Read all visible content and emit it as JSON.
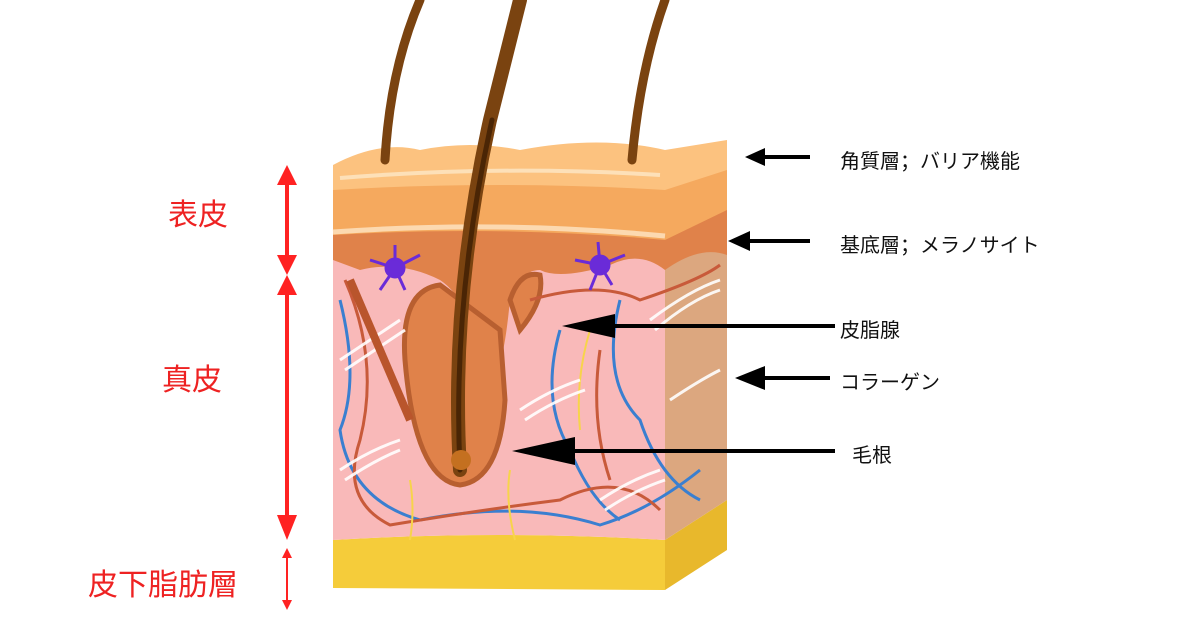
{
  "layers_left": {
    "epidermis": "表皮",
    "dermis": "真皮",
    "subcutaneous": "皮下脂肪層"
  },
  "labels_right": {
    "stratum_corneum": "角質層；バリア機能",
    "basal_layer": "基底層；メラノサイト",
    "sebaceous_gland": "皮脂腺",
    "collagen": "コラーゲン",
    "hair_root": "毛根"
  },
  "colors": {
    "left_label": "#ee2222",
    "arrow_red": "#ff2222",
    "arrow_black": "#000000",
    "horny_layer": "#fcc27f",
    "epidermis": "#f5a95e",
    "basal": "#e0824a",
    "dermis": "#f9b9b9",
    "fat": "#f5cc3a",
    "hair": "#7a4310"
  }
}
